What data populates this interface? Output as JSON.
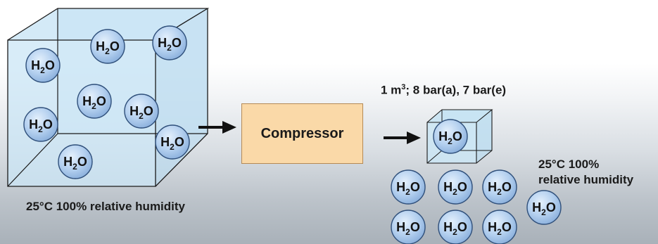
{
  "left_cube": {
    "caption": "25°C 100% relative humidity"
  },
  "compressor": {
    "label": "Compressor"
  },
  "small_cube": {
    "volume_label_prefix": "1 m",
    "volume_label_exponent": "3",
    "volume_label_suffix": "; 8 bar(a), 7 bar(e)"
  },
  "right_side": {
    "caption_line1": "25°C 100%",
    "caption_line2": "relative humidity"
  },
  "molecule": {
    "symbol": "H",
    "subscript": "2",
    "suffix": "O"
  },
  "colors": {
    "cube_fill": "#c7e4f4",
    "cube_edge": "#1a1a1a",
    "molecule_fill": "#a9c9ec",
    "compressor_fill": "#fad9a8",
    "arrow": "#111111"
  }
}
